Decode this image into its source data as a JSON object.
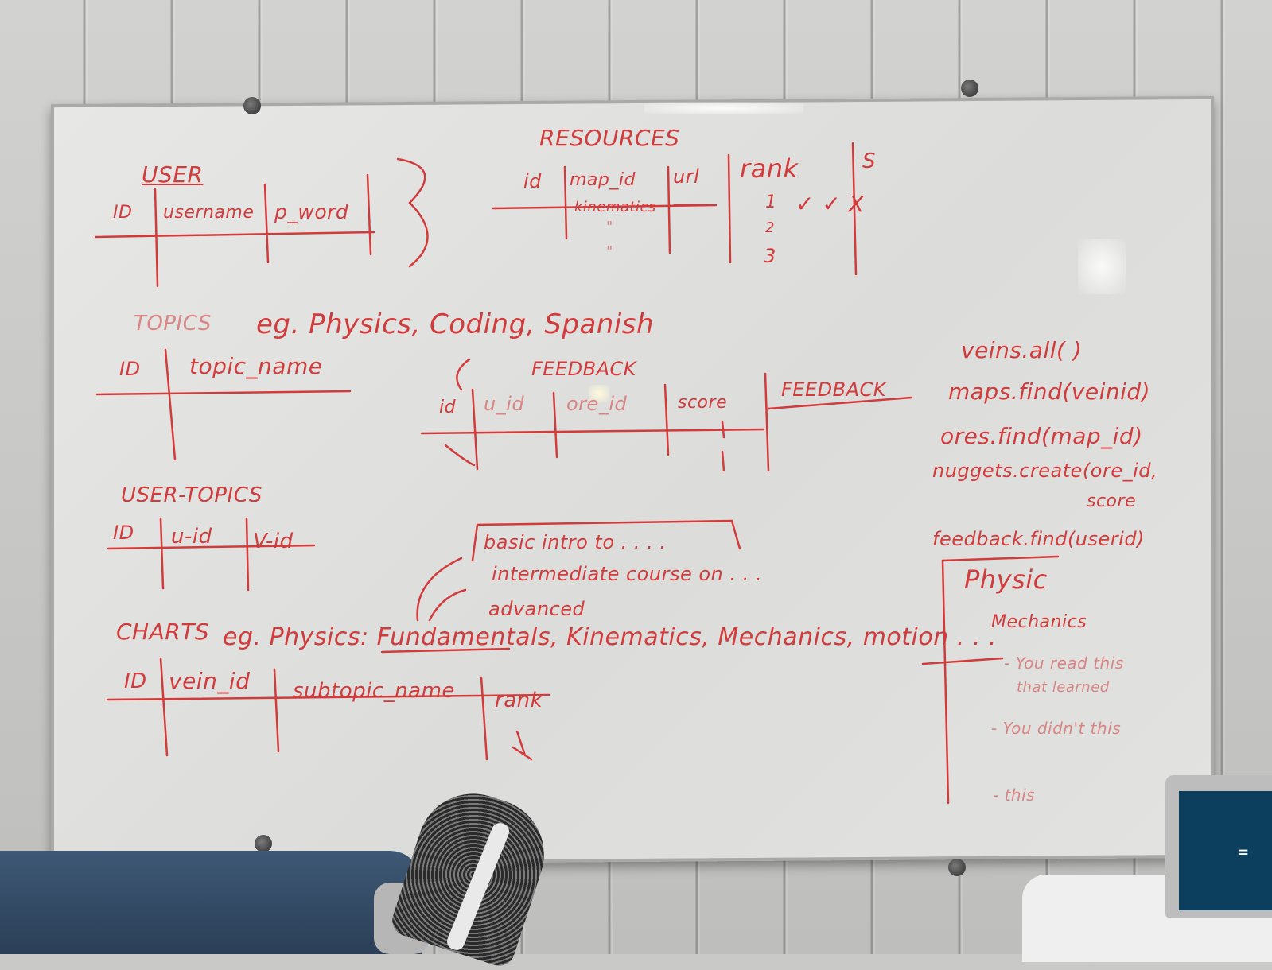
{
  "whiteboard": {
    "user": {
      "title": "USER",
      "columns": [
        "ID",
        "username",
        "p_word"
      ]
    },
    "resources": {
      "title": "RESOURCES",
      "columns": [
        "id",
        "map_id",
        "url",
        "rank"
      ],
      "rows": [
        "kinematics",
        "\"",
        "\""
      ],
      "ranks": [
        "1",
        "2",
        "3"
      ],
      "marks": "✓ ✓ X",
      "suffix": "S"
    },
    "topics": {
      "title": "TOPICS",
      "examples": "eg. Physics, Coding, Spanish",
      "columns": [
        "ID",
        "topic_name"
      ]
    },
    "feedback": {
      "title": "FEEDBACK",
      "columns": [
        "id",
        "u_id",
        "ore_id",
        "score"
      ],
      "extra_column": "FEEDBACK"
    },
    "user_topics": {
      "title": "USER-TOPICS",
      "columns": [
        "ID",
        "u-id",
        "V-id"
      ]
    },
    "levels": [
      "basic intro to . . . .",
      "intermediate course on . . .",
      "advanced"
    ],
    "charts": {
      "title": "CHARTS",
      "examples": "eg. Physics: Fundamentals, Kinematics, Mechanics, motion . . .",
      "columns": [
        "ID",
        "vein_id",
        "subtopic_name",
        "rank"
      ]
    },
    "code": [
      "veins.all( )",
      "maps.find(veinid)",
      "ores.find(map_id)",
      "nuggets.create(ore_id,",
      "score",
      "feedback.find(userid)"
    ],
    "panel": {
      "title": "Physic",
      "subtitle": "Mechanics",
      "notes": [
        "- You read this",
        "that learned",
        "- You didn't this",
        "- this"
      ]
    }
  },
  "laptop_screen_text": "=",
  "colors": {
    "ink": "#d23b3b",
    "board": "#e2e2e0",
    "wall": "#c6c6c4"
  }
}
